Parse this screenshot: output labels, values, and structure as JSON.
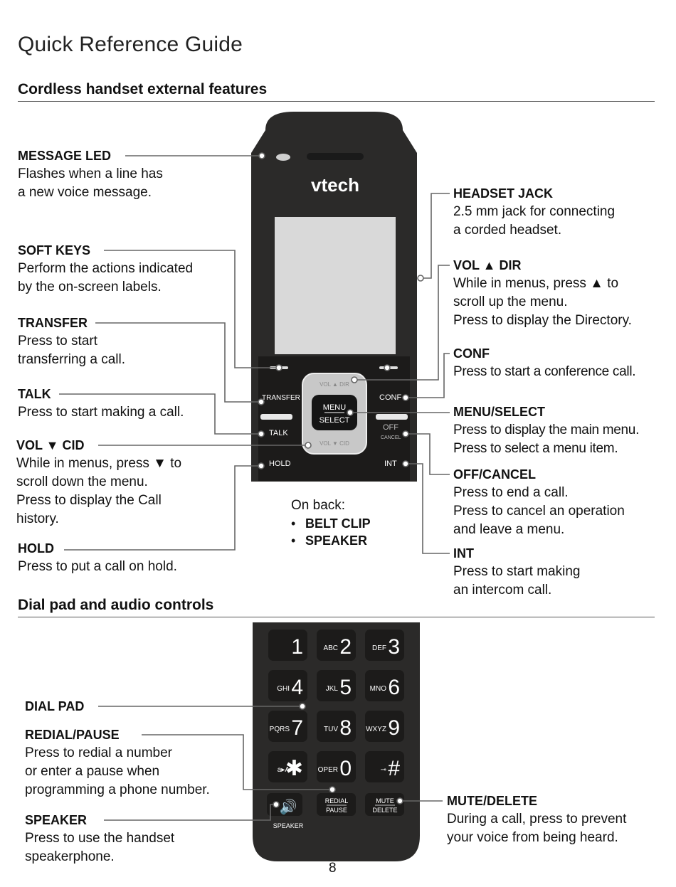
{
  "page": {
    "title": "Quick Reference Guide",
    "page_number": "8"
  },
  "sections": {
    "external": "Cordless handset external features",
    "dialpad": "Dial pad and audio controls"
  },
  "callouts": {
    "message_led": {
      "label": "MESSAGE LED",
      "desc": "Flashes when a line has\na new voice message."
    },
    "soft_keys": {
      "label": "SOFT KEYS",
      "desc": "Perform the actions indicated\nby the on-screen labels."
    },
    "transfer": {
      "label": "TRANSFER",
      "desc": "Press to start\ntransferring a call."
    },
    "talk": {
      "label": "TALK",
      "desc": "Press to start making a call."
    },
    "vol_cid": {
      "label": "VOL ▼ CID",
      "desc": "While in menus, press ▼ to\nscroll down the menu.\nPress to display the Call\nhistory."
    },
    "hold": {
      "label": "HOLD",
      "desc": "Press to put a call on hold."
    },
    "headset_jack": {
      "label": "HEADSET JACK",
      "desc": "2.5 mm jack for connecting\na corded headset."
    },
    "vol_dir": {
      "label": "VOL ▲ DIR",
      "desc": "While in menus, press ▲ to\nscroll up the menu.\nPress to display the Directory."
    },
    "conf": {
      "label": "CONF",
      "desc": "Press to start a conference call."
    },
    "menu_select": {
      "label": "MENU/SELECT",
      "desc": "Press to display the main menu.\nPress to select a menu item."
    },
    "off_cancel": {
      "label": "OFF/CANCEL",
      "desc": "Press to end a call.\nPress to cancel an operation\nand leave a menu."
    },
    "int": {
      "label": "INT",
      "desc": "Press to start making\nan intercom call."
    },
    "dial_pad": {
      "label": "DIAL PAD",
      "desc": ""
    },
    "redial_pause": {
      "label": "REDIAL/PAUSE",
      "desc": "Press to redial a number\nor enter a pause when\nprogramming a phone number."
    },
    "speaker": {
      "label": "SPEAKER",
      "desc": "Press to use the handset\nspeakerphone."
    },
    "mute_delete": {
      "label": "MUTE/DELETE",
      "desc": "During a call, press to prevent\nyour voice from being heard."
    }
  },
  "back_note": {
    "header": "On back:",
    "items": [
      "BELT CLIP",
      "SPEAKER"
    ]
  },
  "handset": {
    "brand": "vtech",
    "keys": {
      "transfer": "TRANSFER",
      "conf": "CONF",
      "talk": "TALK",
      "off": "OFF",
      "cancel": "CANCEL",
      "hold": "HOLD",
      "int": "INT",
      "menu": "MENU",
      "select": "SELECT",
      "vol_dir": "VOL ▲ DIR",
      "vol_cid": "VOL ▼ CID"
    }
  },
  "dialpad": {
    "keys": [
      {
        "digit": "1",
        "letters": ""
      },
      {
        "digit": "2",
        "letters": "ABC"
      },
      {
        "digit": "3",
        "letters": "DEF"
      },
      {
        "digit": "4",
        "letters": "GHI"
      },
      {
        "digit": "5",
        "letters": "JKL"
      },
      {
        "digit": "6",
        "letters": "MNO"
      },
      {
        "digit": "7",
        "letters": "PQRS"
      },
      {
        "digit": "8",
        "letters": "TUV"
      },
      {
        "digit": "9",
        "letters": "WXYZ"
      },
      {
        "digit": "✱",
        "letters": "a▸A"
      },
      {
        "digit": "0",
        "letters": "OPER"
      },
      {
        "digit": "#",
        "letters": "⊸"
      }
    ],
    "redial": "REDIAL",
    "pause": "PAUSE",
    "mute": "MUTE",
    "delete": "DELETE",
    "speaker": "SPEAKER"
  },
  "colors": {
    "handset_body": "#2b2a29",
    "handset_keys": "#1c1b1a",
    "screen": "#d9d9d9",
    "nav_ring": "#c8c8c8",
    "leader_line": "#666666"
  }
}
